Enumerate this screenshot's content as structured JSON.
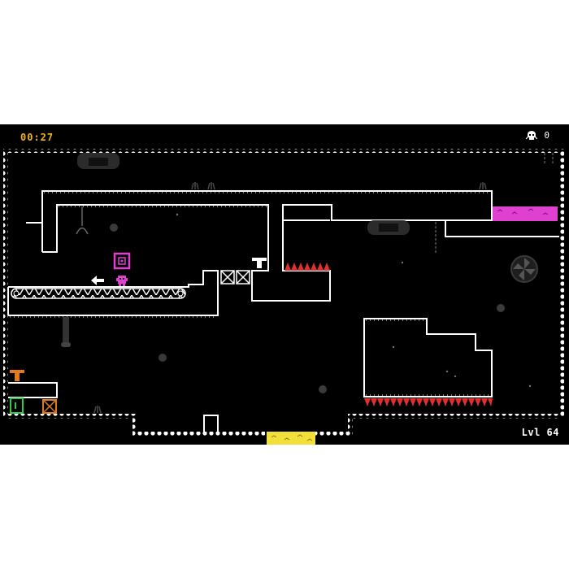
{
  "hud": {
    "timer": "00:27",
    "death_count": "0",
    "level_label": "Lvl 64"
  },
  "icons": {
    "deaths": "skull-icon",
    "player": "player-icon",
    "exit": "exit-door-icon",
    "arrow": "arrow-left-icon"
  },
  "colors": {
    "background": "#000000",
    "walls": "#ffffff",
    "timer": "#f0b429",
    "player": "#e040d0",
    "acid": "#e040d0",
    "lava": "#f2e03a",
    "spikes": "#e03030",
    "springs": "#e07a1f",
    "exit": "#2ecc40"
  }
}
